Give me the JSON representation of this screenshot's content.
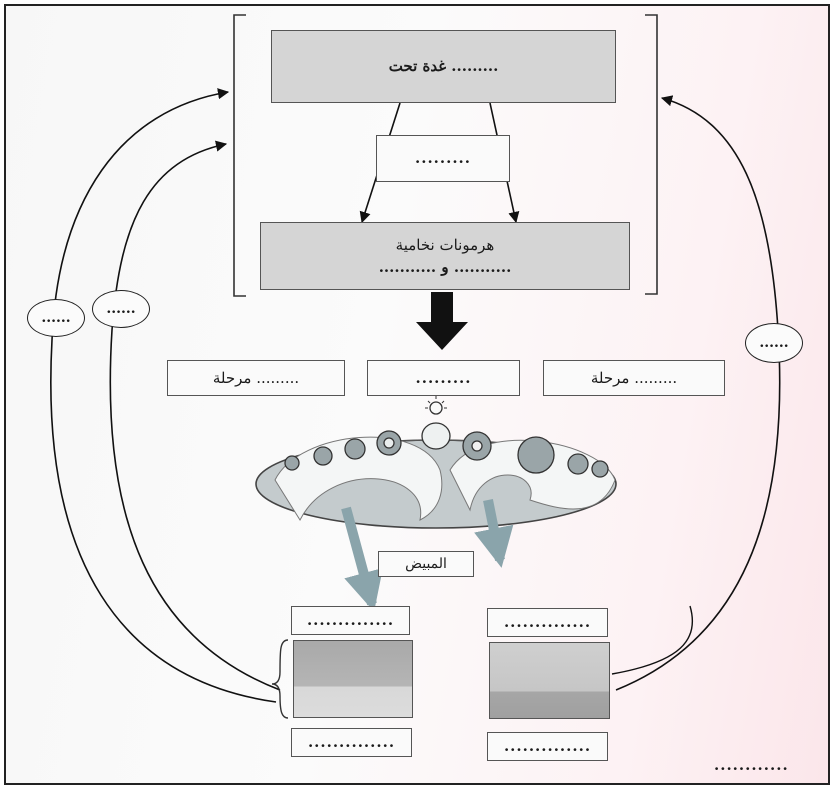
{
  "hypothalamus_box": {
    "text": "غدة تحت ........."
  },
  "hormone_box": {
    "text": "........."
  },
  "pituitary_hormones_box": {
    "line1": "هرمونات نخامية",
    "line2": "........... و ..........."
  },
  "ovarian_phases": {
    "left": "مرحلة .........",
    "center": ".........",
    "right": "مرحلة ........."
  },
  "ovary_label": "المبيض",
  "feedback_ovals": {
    "left_outer": "......",
    "left_inner": "......",
    "right": "......"
  },
  "uterus_labels": {
    "top_left": "..............",
    "top_right": "..............",
    "bottom_left": "..............",
    "bottom_right": ".............."
  },
  "corner_text": "............",
  "colors": {
    "gray_box": "#d5d5d5",
    "arrow_dark": "#111111",
    "ovary_fill": "#b9c2c4"
  }
}
